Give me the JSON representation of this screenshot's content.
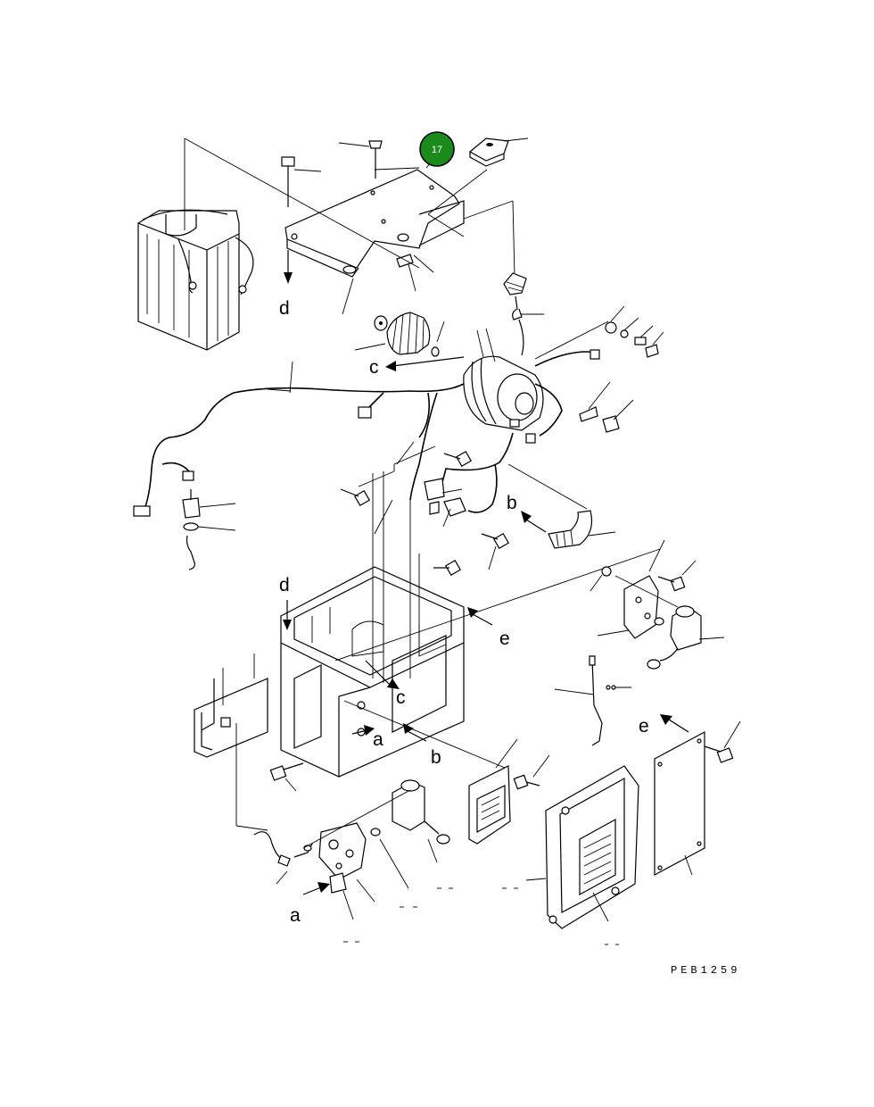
{
  "callout": {
    "number": "17",
    "color": "#1a8a1a"
  },
  "diagram_code": "PEB1259",
  "view_labels": {
    "a_lower": "a",
    "a_mid": "a",
    "b_right": "b",
    "b_mid": "b",
    "c_top": "c",
    "c_mid": "c",
    "d_top": "d",
    "d_mid": "d",
    "e_mid": "e",
    "e_right": "e"
  }
}
